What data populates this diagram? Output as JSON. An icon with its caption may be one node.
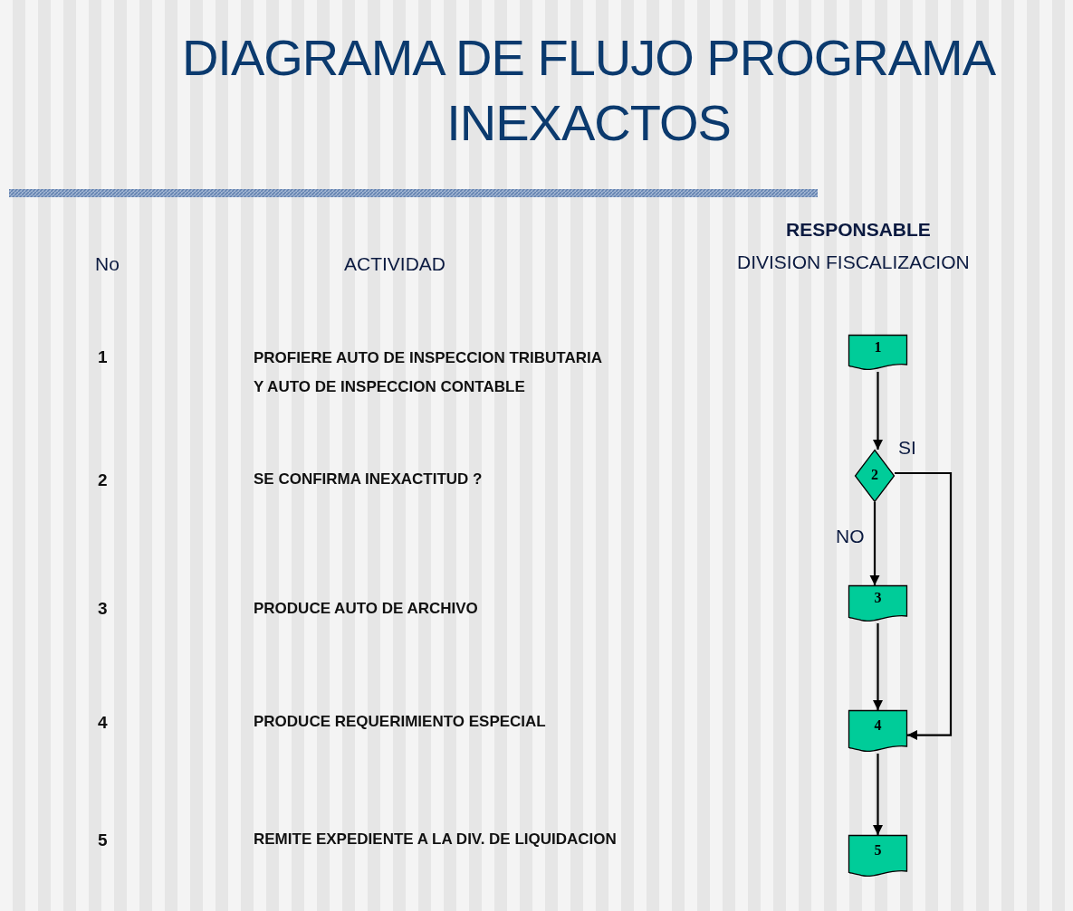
{
  "diagram": {
    "title": "DIAGRAMA DE FLUJO PROGRAMA INEXACTOS",
    "nodes": [
      {
        "text": [
          "1"
        ]
      },
      {
        "text": [
          "2"
        ]
      },
      {
        "text": [
          "3"
        ]
      },
      {
        "text": [
          "4"
        ]
      },
      {
        "text": [
          "5"
        ]
      }
    ],
    "edges": [
      {
        "from": 0,
        "to": 1,
        "arrow": "to"
      },
      {
        "from": 1,
        "to": 2,
        "arrow": "to",
        "label": "NO"
      },
      {
        "from": 1,
        "to": 3,
        "arrow": "to",
        "label": "SI"
      },
      {
        "from": 2,
        "to": 3,
        "arrow": "to"
      },
      {
        "from": 3,
        "to": 4,
        "arrow": "to"
      }
    ],
    "labels": [
      "No",
      "ACTIVIDAD",
      "RESPONSABLE",
      "DIVISION FISCALIZACION",
      "1",
      "PROFIERE AUTO DE INSPECCION TRIBUTARIA Y AUTO DE INSPECCION CONTABLE",
      "2",
      "SE CONFIRMA INEXACTITUD ?",
      "3",
      "PRODUCE AUTO DE ARCHIVO",
      "4",
      "PRODUCE REQUERIMIENTO ESPECIAL",
      "5",
      "REMITE EXPEDIENTE A LA DIV. DE LIQUIDACION"
    ]
  }
}
